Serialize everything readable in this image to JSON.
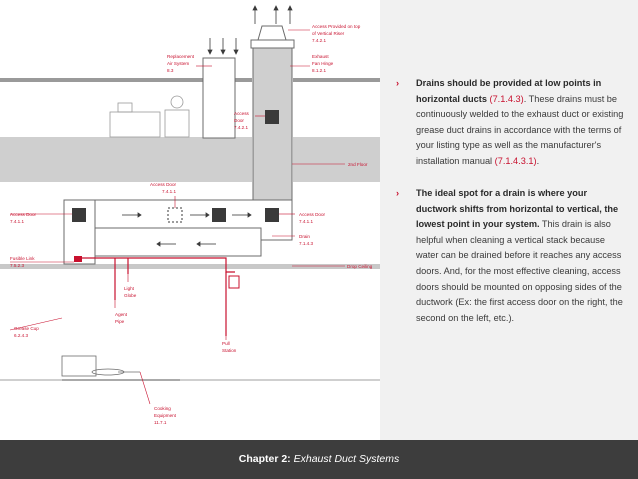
{
  "diagram": {
    "labels": {
      "access_provided_top": [
        "Access Provided on top",
        "of Vertical Riser",
        "7.4.2.1"
      ],
      "replacement_air": [
        "Replacement",
        "Air System",
        "8.3"
      ],
      "exhaust_fan_hinge": [
        "Exhaust",
        "Fan Hinge",
        "8.1.2.1"
      ],
      "access_door_vertical": [
        "Access",
        "Door",
        "7.4.2.1"
      ],
      "second_floor": [
        "2nd Floor"
      ],
      "access_door_top": [
        "Access Door",
        "7.4.1.1"
      ],
      "access_door_left": [
        "Access Door",
        "7.4.1.1"
      ],
      "access_door_right": [
        "Access Door",
        "7.4.1.1"
      ],
      "drain": [
        "Drain",
        "7.1.4.3"
      ],
      "fusible_link": [
        "Fusible Link",
        "7.5.2.3"
      ],
      "drop_ceiling": [
        "Drop Ceiling"
      ],
      "light_globe": [
        "Light",
        "Globe"
      ],
      "agent_pipe": [
        "Agent",
        "Pipe"
      ],
      "grease_cup": [
        "Grease Cup",
        "6.2.4.3"
      ],
      "pull_station": [
        "Pull",
        "Station"
      ],
      "cooking_equipment": [
        "Cooking",
        "Equipment",
        "11.7.1"
      ]
    }
  },
  "panel": {
    "bullets": [
      {
        "marker": "›",
        "lead": "Drains should be provided at low points in horizontal ducts",
        "ref1": "(7.1.4.3)",
        "mid": ". These drains must be continuously welded to the exhaust duct or existing grease duct drains in accordance with the terms of your listing type as well as the manufacturer's installation manual",
        "ref2": "(7.1.4.3.1)",
        "tail": "."
      },
      {
        "marker": "›",
        "lead": "The ideal spot for a drain is where your ductwork shifts from horizontal to vertical, the lowest point in your system.",
        "rest": " This drain is also helpful when cleaning a vertical stack because water can be drained before it reaches any access doors. And, for the most effective cleaning, access doors should be mounted on opposing sides of the ductwork (Ex: the first access door on the right, the second on the left, etc.)."
      }
    ]
  },
  "footer": {
    "chapter": "Chapter 2:",
    "title": "Exhaust Duct Systems"
  },
  "colors": {
    "accent": "#c8102e",
    "duct_gray": "#cfcfcf",
    "footer_bg": "#3d3d3d",
    "panel_bg": "#f1f1f1"
  }
}
